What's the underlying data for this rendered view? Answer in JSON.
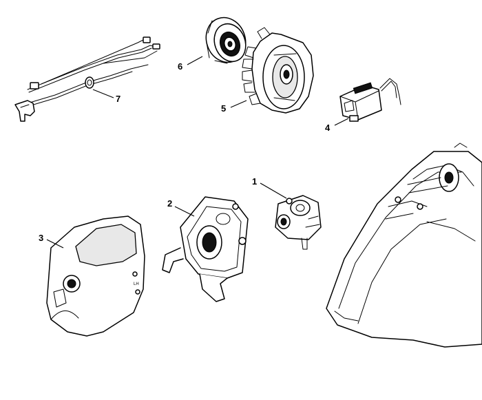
{
  "callouts": {
    "c1": "1",
    "c2": "2",
    "c3": "3",
    "c4": "4",
    "c5": "5",
    "c6": "6",
    "c7": "7"
  },
  "parts": {
    "part1": "carburetor",
    "part2": "carburetor-box",
    "part3": "shroud",
    "part4": "ignition-module",
    "part5": "flywheel",
    "part6": "clutch-drum",
    "part7": "wiring-harness",
    "housing": "engine-housing"
  },
  "shroud_marking": "LH"
}
